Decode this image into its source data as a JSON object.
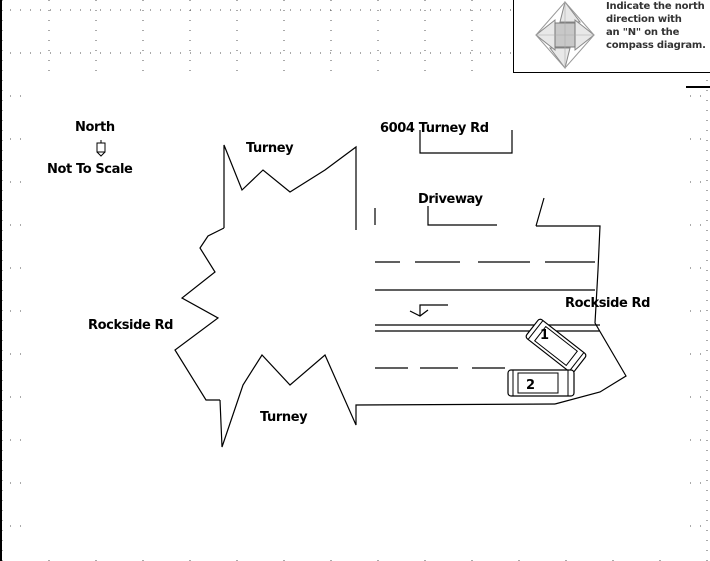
{
  "instruction": {
    "lines": [
      "Indicate the north",
      "direction with",
      "an \"N\" on the",
      "compass diagram."
    ]
  },
  "compass": {
    "icon": "compass-rose-icon",
    "fill": "#d9d9d9"
  },
  "labels": {
    "north": "North",
    "not_to_scale": "Not To Scale",
    "address": "6004 Turney Rd",
    "turney_top": "Turney",
    "turney_bottom": "Turney",
    "driveway": "Driveway",
    "rockside_left": "Rockside Rd",
    "rockside_right": "Rockside Rd"
  },
  "vehicles": [
    {
      "number": "1",
      "icon": "car-icon"
    },
    {
      "number": "2",
      "icon": "car-icon"
    }
  ],
  "north_indicator_icon": "north-arrow-icon",
  "colors": {
    "line": "#000000",
    "grid": "#555555",
    "car_fill": "#ffffff"
  }
}
